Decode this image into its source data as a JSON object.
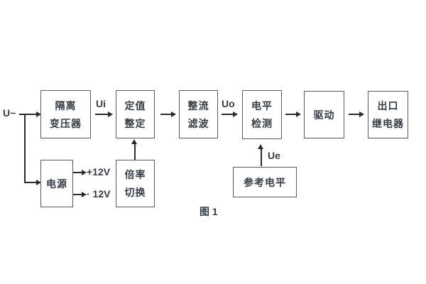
{
  "figure": {
    "caption": "图 1"
  },
  "colors": {
    "background": "#ffffff",
    "box_border": "#5a5a5a",
    "text": "#363c45",
    "line": "#2b2b2b"
  },
  "labels": {
    "input_signal": "U~",
    "ui": "Ui",
    "uo": "Uo",
    "ue": "Ue",
    "rail_positive": "+12V",
    "rail_negative": "· 12V"
  },
  "blocks": {
    "isolation_transformer": {
      "line1": "隔离",
      "line2": "变压器"
    },
    "setting": {
      "line1": "定值",
      "line2": "整定"
    },
    "rectifier_filter": {
      "line1": "整流",
      "line2": "滤波"
    },
    "level_detection": {
      "line1": "电平",
      "line2": "检测"
    },
    "driver": {
      "line1": "驱动"
    },
    "output_relay": {
      "line1": "出口",
      "line2": "继电器"
    },
    "power_supply": {
      "line1": "电源"
    },
    "ratio_switch": {
      "line1": "倍率",
      "line2": "切换"
    },
    "reference_level": {
      "line1": "参考电平"
    }
  }
}
